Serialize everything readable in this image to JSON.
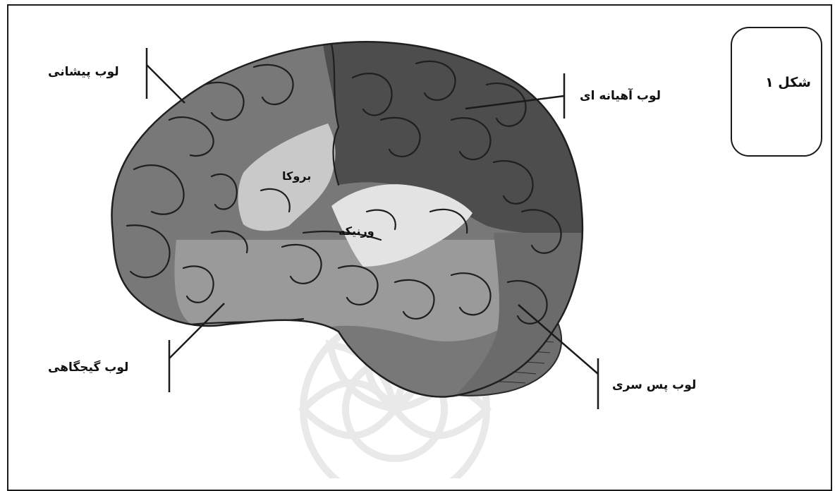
{
  "figure_caption": "شکل ۱",
  "lobes": {
    "frontal": "لوب پیشانی",
    "parietal": "لوب آهیانه ای",
    "temporal": "لوب گیجگاهی",
    "occipital": "لوب پس سری"
  },
  "areas": {
    "broca": "بروکا",
    "wernicke": "ورنیکه"
  }
}
